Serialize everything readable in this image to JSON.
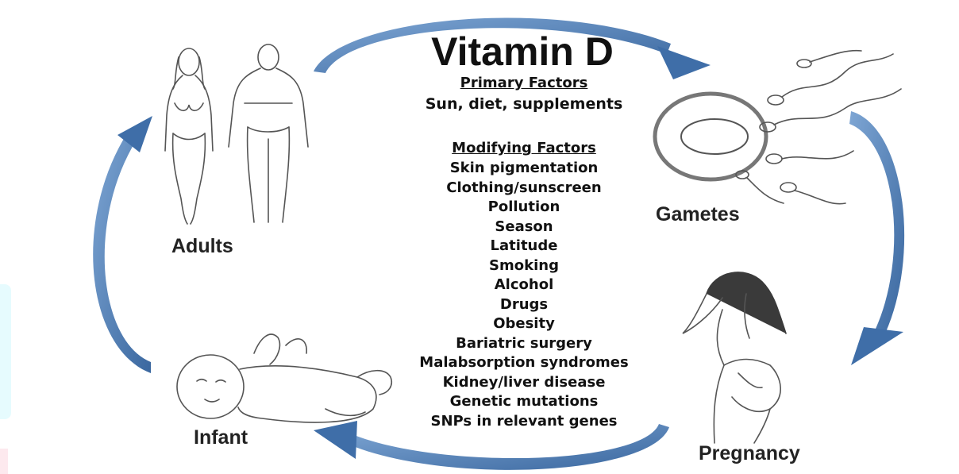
{
  "title": "Vitamin D",
  "primary": {
    "heading": "Primary Factors",
    "items": "Sun, diet, supplements"
  },
  "modifying": {
    "heading": "Modifying Factors",
    "items": [
      "Skin pigmentation",
      "Clothing/sunscreen",
      "Pollution",
      "Season",
      "Latitude",
      "Smoking",
      "Alcohol",
      "Drugs",
      "Obesity",
      "Bariatric surgery",
      "Malabsorption syndromes",
      "Kidney/liver disease",
      "Genetic mutations",
      "SNPs in relevant genes"
    ]
  },
  "stages": {
    "adults": "Adults",
    "gametes": "Gametes",
    "pregnancy": "Pregnancy",
    "infant": "Infant"
  },
  "colors": {
    "arrow": "#3f6ea8",
    "arrow_light": "#6f98c8",
    "sketch": "#555555"
  }
}
